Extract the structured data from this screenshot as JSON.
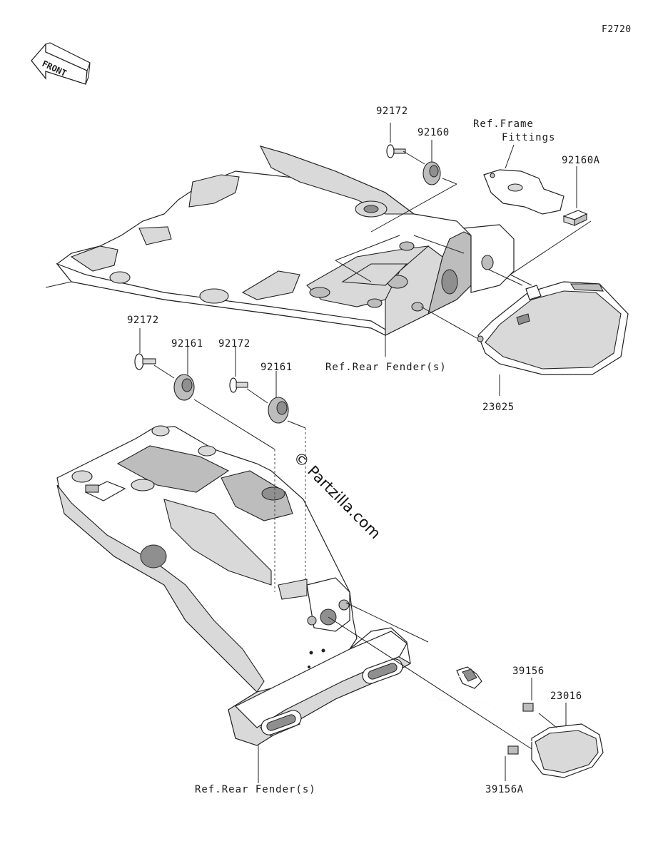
{
  "diagram_code": "F2720",
  "front_arrow_label": "FRONT",
  "watermark": "© Partzilla.com",
  "parts": {
    "p92172_top": "92172",
    "p92160": "92160",
    "p92160A": "92160A",
    "p92172_left": "92172",
    "p92161_left": "92161",
    "p92172_mid": "92172",
    "p92161_right": "92161",
    "p23025": "23025",
    "p39156": "39156",
    "p23016": "23016",
    "p39156A": "39156A"
  },
  "refs": {
    "frame_fittings_line1": "Ref.Frame",
    "frame_fittings_line2": "Fittings",
    "rear_fender_upper": "Ref.Rear Fender(s)",
    "rear_fender_lower": "Ref.Rear Fender(s)"
  }
}
